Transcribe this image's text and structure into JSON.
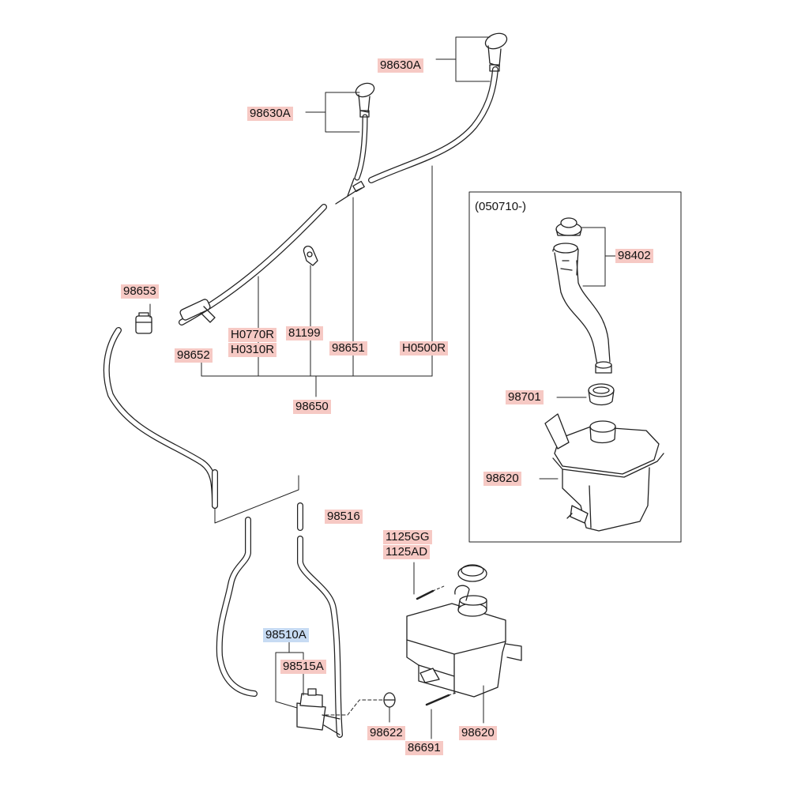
{
  "labels": {
    "p98630A_top": "98630A",
    "p98630A_mid": "98630A",
    "p98653": "98653",
    "p98652": "98652",
    "pH0770R": "H0770R",
    "pH0310R": "H0310R",
    "p81199": "81199",
    "p98651": "98651",
    "pH0500R": "H0500R",
    "p98650": "98650",
    "p98516": "98516",
    "p1125GG": "1125GG",
    "p1125AD": "1125AD",
    "p98510A": "98510A",
    "p98515A": "98515A",
    "p98622": "98622",
    "p86691": "86691",
    "p98620_bottom": "98620",
    "inset_code": "(050710-)",
    "p98402": "98402",
    "p98701": "98701",
    "p98620_inset": "98620"
  },
  "colors": {
    "part_label_bg": "#f6c9c4",
    "highlight_label_bg": "#c7dbf3",
    "line": "#222222"
  }
}
